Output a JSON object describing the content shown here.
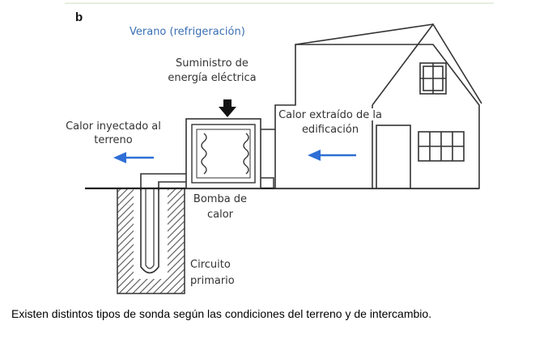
{
  "figure": {
    "panel_label": "b",
    "title": "Verano (refrigeración)",
    "title_color": "#3a6fb3",
    "arrow_color": "#2f6fd6",
    "labels": {
      "supply_line1": "Suministro de",
      "supply_line2": "energía eléctrica",
      "heat_ground_line1": "Calor inyectado al",
      "heat_ground_line2": "terreno",
      "heat_building_line1": "Calor extraído de la",
      "heat_building_line2": "edificación",
      "pump_line1": "Bomba de",
      "pump_line2": "calor",
      "circuit_line1": "Circuito",
      "circuit_line2": "primario"
    }
  },
  "caption": "Existen distintos tipos de sonda según las condiciones del terreno y de intercambio."
}
